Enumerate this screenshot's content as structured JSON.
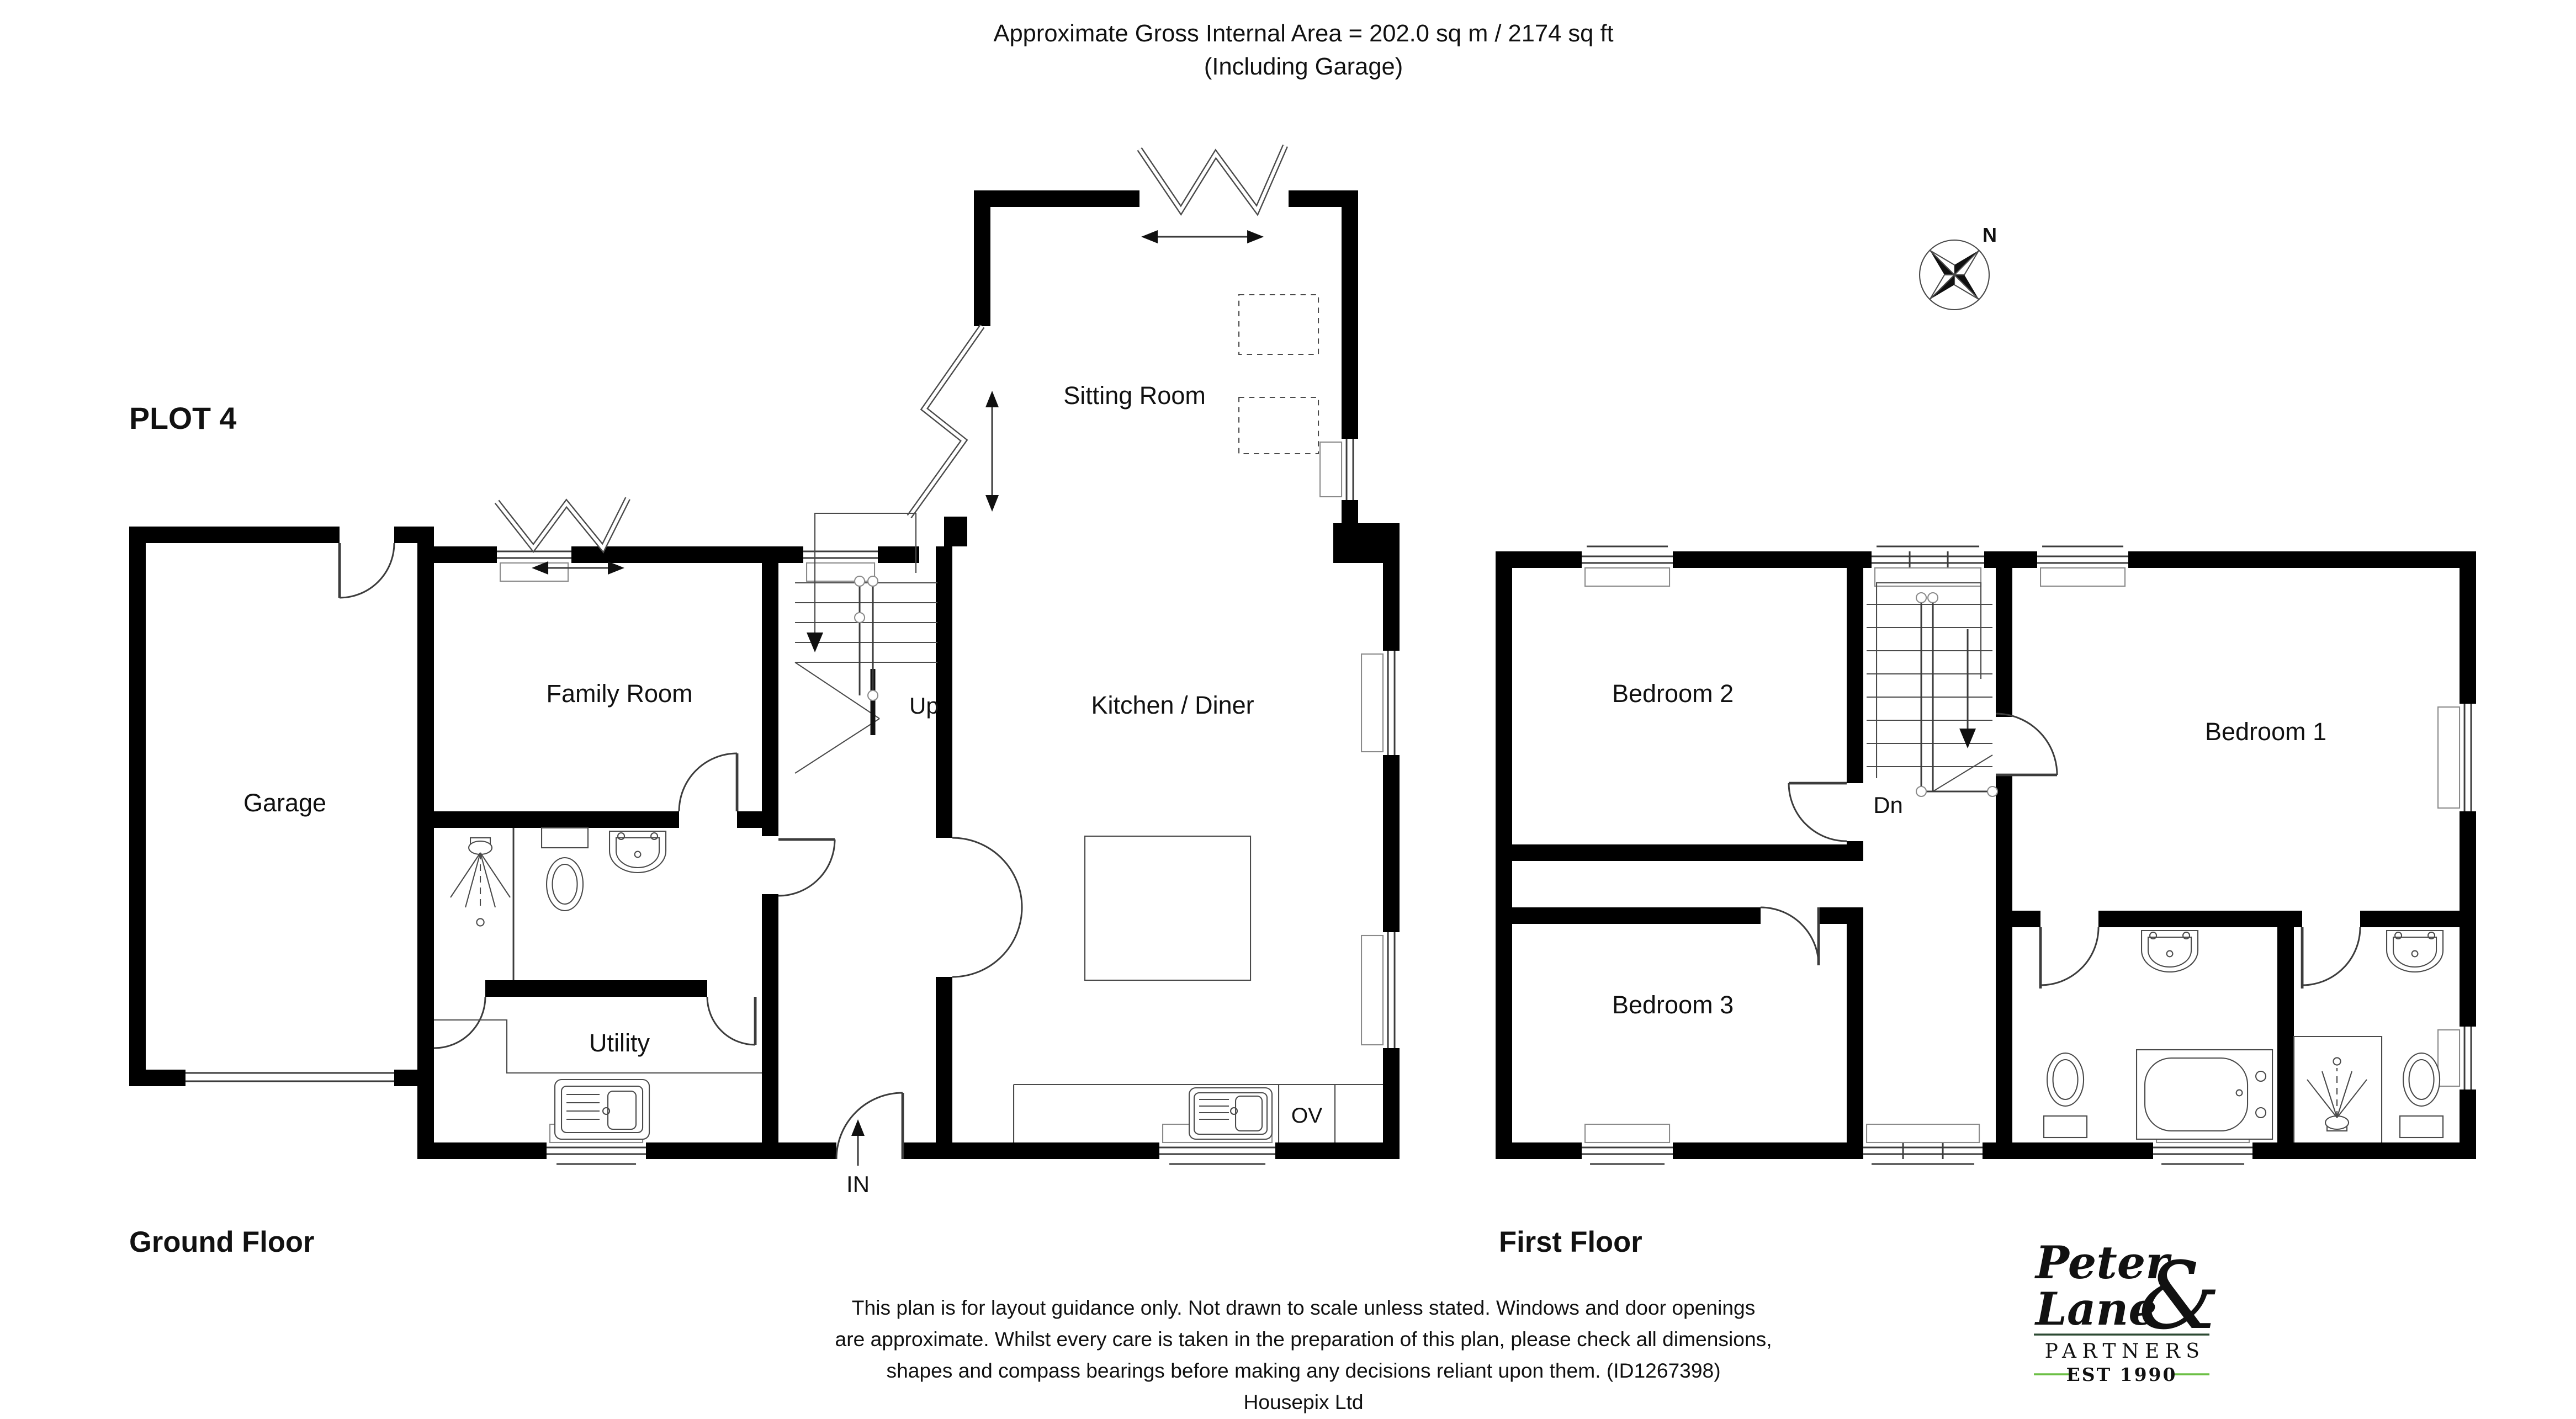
{
  "header": {
    "area_line1": "Approximate Gross Internal Area = 202.0 sq m / 2174 sq ft",
    "area_line2": "(Including Garage)"
  },
  "plot": {
    "label": "PLOT 4"
  },
  "compass": {
    "north": "N"
  },
  "ground_floor": {
    "title": "Ground Floor",
    "rooms": {
      "garage": "Garage",
      "family_room": "Family Room",
      "sitting_room": "Sitting Room",
      "kitchen_diner": "Kitchen / Diner",
      "utility": "Utility"
    },
    "stairs_label": "Up",
    "entrance_label": "IN",
    "oven_label": "OV"
  },
  "first_floor": {
    "title": "First Floor",
    "rooms": {
      "bedroom1": "Bedroom 1",
      "bedroom2": "Bedroom 2",
      "bedroom3": "Bedroom 3"
    },
    "stairs_label": "Dn"
  },
  "footer": {
    "disclaimer_lines": [
      "This plan is for layout guidance only. Not drawn to scale unless stated. Windows and door openings",
      "are approximate. Whilst every care is taken in the preparation of this plan, please check all dimensions,",
      "shapes and compass bearings before making any decisions reliant upon them. (ID1267398)"
    ],
    "credit": "Housepix Ltd"
  },
  "logo": {
    "name_line1": "Peter",
    "name_line2": "Lane",
    "ampersand": "&",
    "subtitle": "PARTNERS",
    "established": "EST 1990",
    "colors": {
      "dark_green": "#2d4a33",
      "light_green": "#6cbf45"
    }
  }
}
